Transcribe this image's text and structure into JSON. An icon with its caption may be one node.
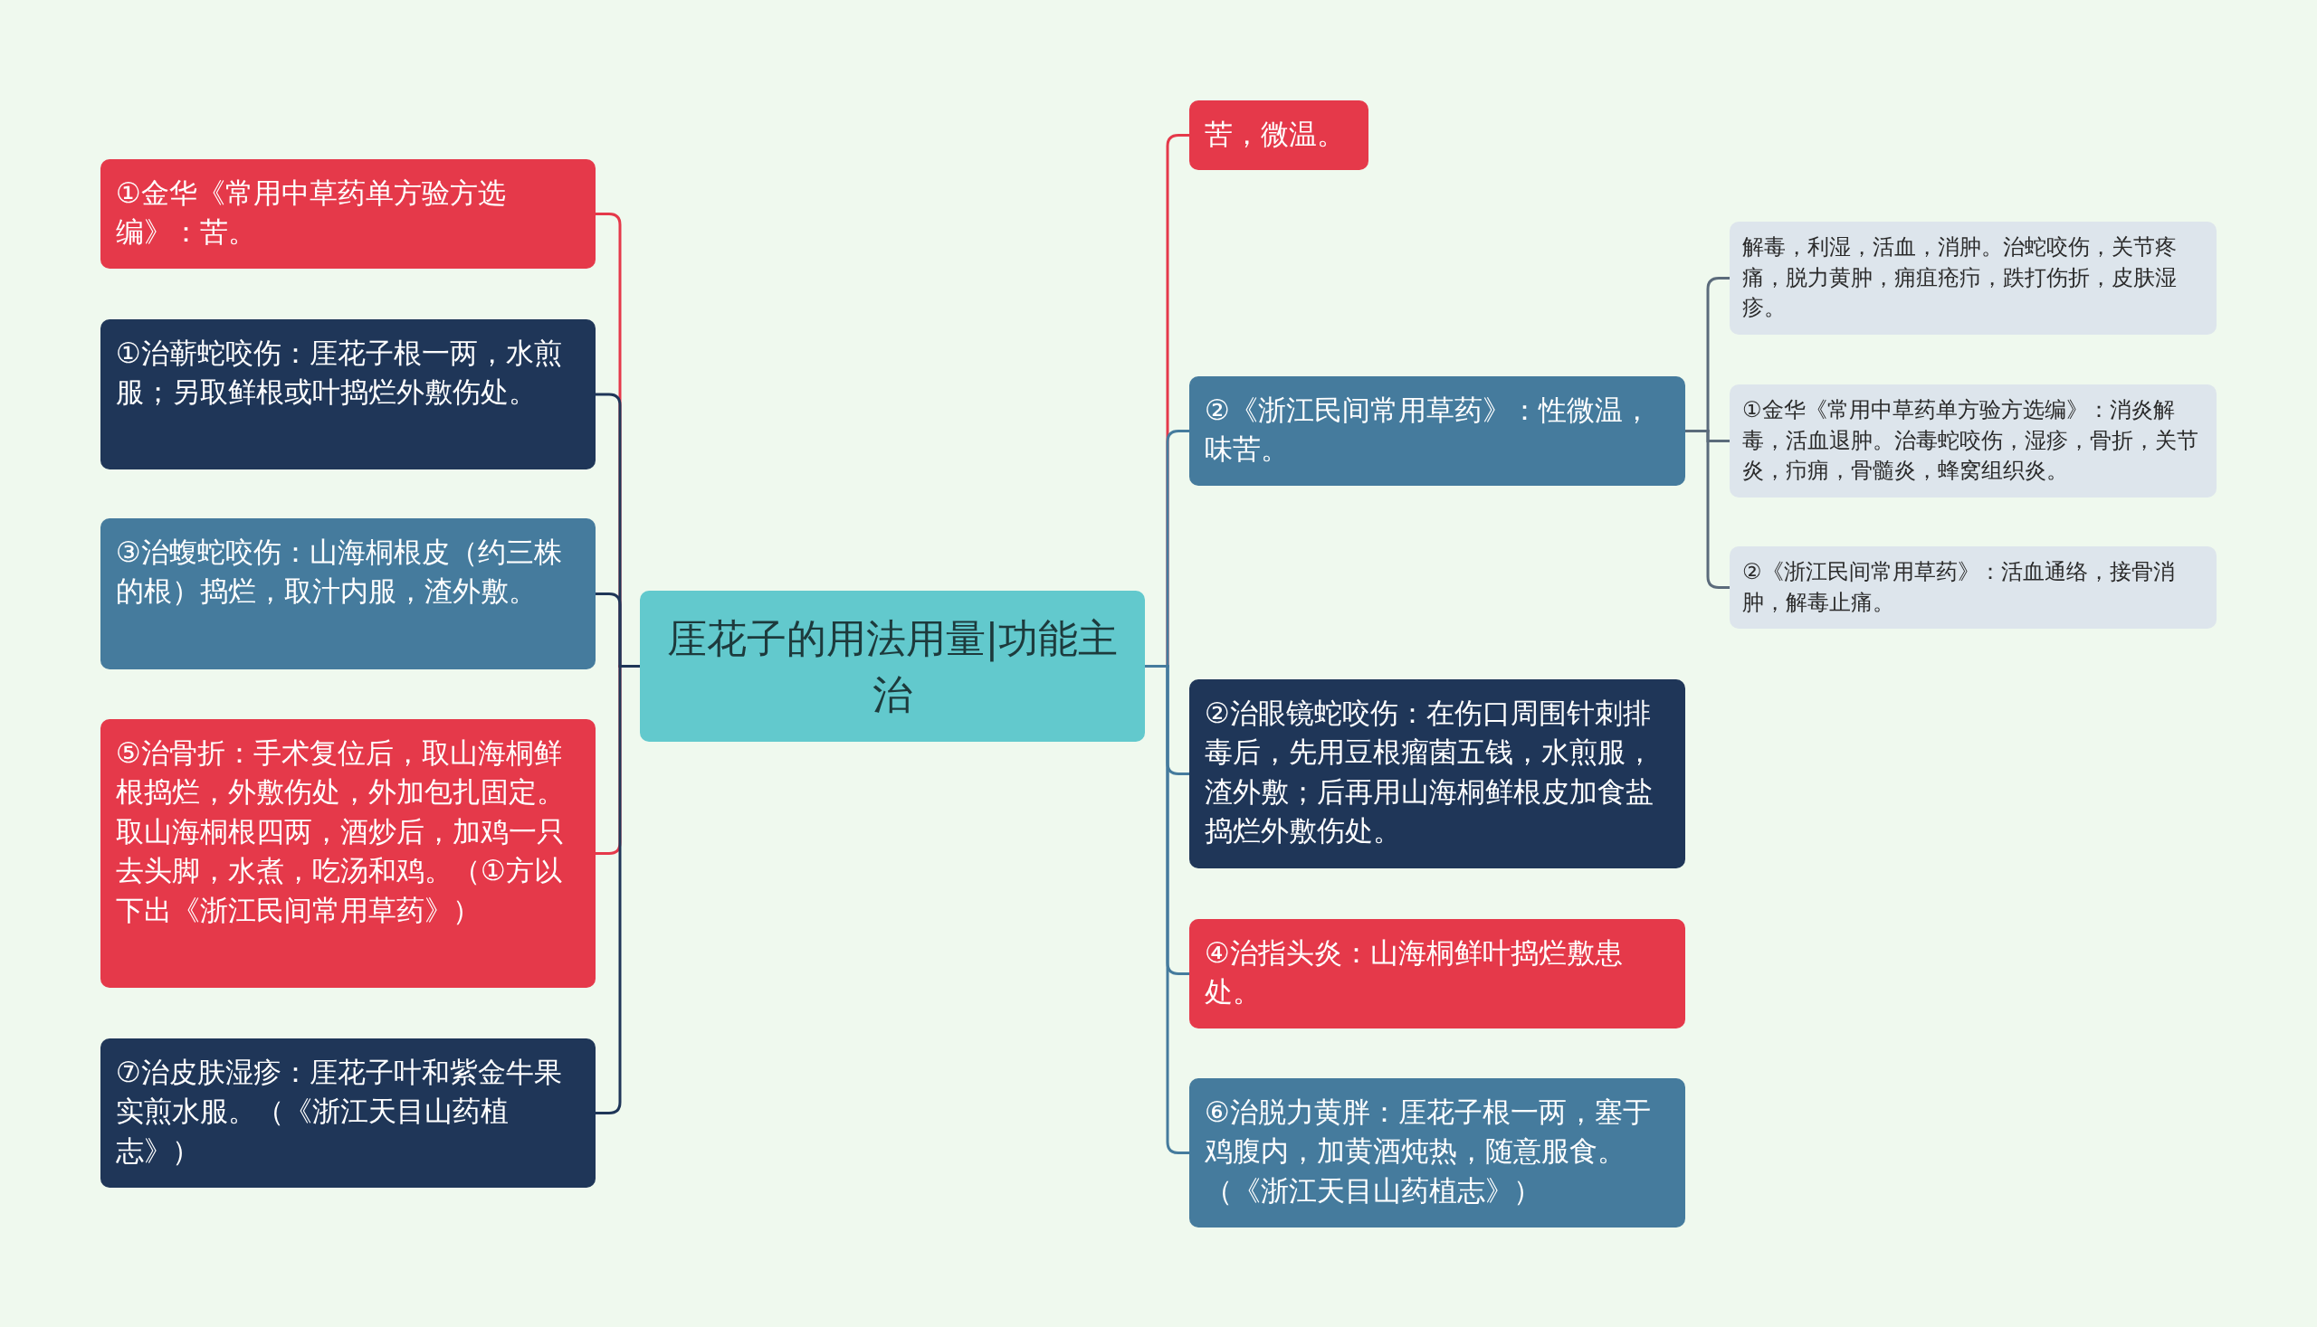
{
  "diagram": {
    "nodes": [
      {
        "text": [
          "厓花子的用法用量|功能主治"
        ]
      },
      {
        "text": [
          "①金华《常用中草药单方验方选编》：苦。"
        ]
      },
      {
        "text": [
          "①治蕲蛇咬伤：厓花子根一两，水煎服；另取鲜根或叶捣烂外敷伤处。"
        ]
      },
      {
        "text": [
          "③治蝮蛇咬伤：山海桐根皮（约三株的根）捣烂，取汁内服，渣外敷。"
        ]
      },
      {
        "text": [
          "⑤治骨折：手术复位后，取山海桐鲜根捣烂，外敷伤处，外加包扎固定。取山海桐根四两，酒炒后，加鸡一只去头脚，水煮，吃汤和鸡。（①方以下出《浙江民间常用草药》）"
        ]
      },
      {
        "text": [
          "⑦治皮肤湿疹：厓花子叶和紫金牛果实煎水服。（《浙江天目山药植志》）"
        ]
      },
      {
        "text": [
          "苦，微温。"
        ]
      },
      {
        "text": [
          "②《浙江民间常用草药》：性微温，味苦。"
        ]
      },
      {
        "text": [
          "②治眼镜蛇咬伤：在伤口周围针刺排毒后，先用豆根瘤菌五钱，水煎服，渣外敷；后再用山海桐鲜根皮加食盐捣烂外敷伤处。"
        ]
      },
      {
        "text": [
          "④治指头炎：山海桐鲜叶捣烂敷患处。"
        ]
      },
      {
        "text": [
          "⑥治脱力黄胖：厓花子根一两，塞于鸡腹内，加黄酒炖热，随意服食。（《浙江天目山药植志》）"
        ]
      },
      {
        "text": [
          "解毒，利湿，活血，消肿。治蛇咬伤，关节疼痛，脱力黄肿，痈疽疮疖，跌打伤折，皮肤湿疹。"
        ]
      },
      {
        "text": [
          "①金华《常用中草药单方验方选编》：消炎解毒，活血退肿。治毒蛇咬伤，湿疹，骨折，关节炎，疖痈，骨髓炎，蜂窝组织炎。"
        ]
      },
      {
        "text": [
          "②《浙江民间常用草药》：活血通络，接骨消肿，解毒止痛。"
        ]
      }
    ],
    "edges": [
      {
        "from": 0,
        "to": 1,
        "arrow": "none",
        "color": "#e5394a"
      },
      {
        "from": 0,
        "to": 2,
        "arrow": "none",
        "color": "#1f3658"
      },
      {
        "from": 0,
        "to": 3,
        "arrow": "none",
        "color": "#1f3658"
      },
      {
        "from": 0,
        "to": 4,
        "arrow": "none",
        "color": "#e5394a"
      },
      {
        "from": 0,
        "to": 5,
        "arrow": "none",
        "color": "#1f3658"
      },
      {
        "from": 0,
        "to": 6,
        "arrow": "none",
        "color": "#e5394a"
      },
      {
        "from": 0,
        "to": 7,
        "arrow": "none",
        "color": "#457b9d"
      },
      {
        "from": 0,
        "to": 8,
        "arrow": "none",
        "color": "#457b9d"
      },
      {
        "from": 0,
        "to": 9,
        "arrow": "none",
        "color": "#457b9d"
      },
      {
        "from": 0,
        "to": 10,
        "arrow": "none",
        "color": "#457b9d"
      },
      {
        "from": 7,
        "to": 11,
        "arrow": "none",
        "color": "#5b6b7b"
      },
      {
        "from": 7,
        "to": 12,
        "arrow": "none",
        "color": "#5b6b7b"
      },
      {
        "from": 7,
        "to": 13,
        "arrow": "none",
        "color": "#5b6b7b"
      }
    ]
  }
}
